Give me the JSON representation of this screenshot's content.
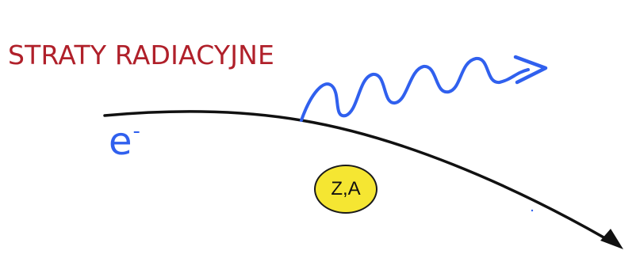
{
  "slide": {
    "title": "STRATY RADIACYJNE",
    "electron": {
      "symbol": "e",
      "charge": "-"
    },
    "nucleus": {
      "label": "Z,A"
    }
  },
  "colors": {
    "title": "#b0202a",
    "electron_label": "#3060ee",
    "photon_wave": "#3060ee",
    "trajectory": "#111111",
    "nucleus_fill": "#f5e632"
  },
  "icons": {
    "photon": "wavy-arrow-icon",
    "trajectory_head": "arrow-head-icon"
  }
}
